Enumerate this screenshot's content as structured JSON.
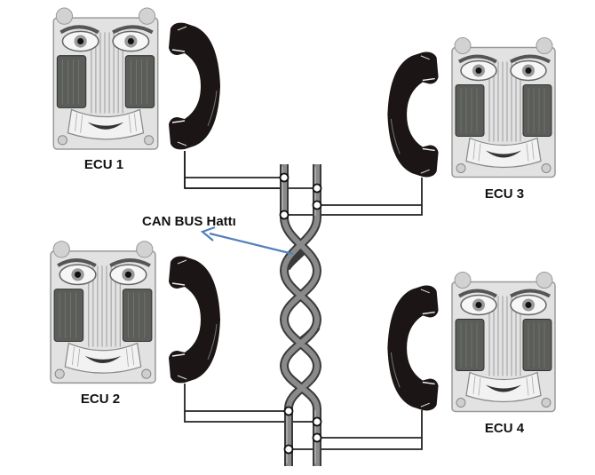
{
  "diagram": {
    "bus_label": "CAN BUS Hattı",
    "bus_arrow_color": "#4f81bd",
    "nodes": [
      {
        "id": "ecu1",
        "label": "ECU 1",
        "icon": "ecu-face-icon",
        "phone_icon": "telephone-handset-icon"
      },
      {
        "id": "ecu2",
        "label": "ECU 2",
        "icon": "ecu-face-icon",
        "phone_icon": "telephone-handset-icon"
      },
      {
        "id": "ecu3",
        "label": "ECU 3",
        "icon": "ecu-face-icon",
        "phone_icon": "telephone-handset-icon"
      },
      {
        "id": "ecu4",
        "label": "ECU 4",
        "icon": "ecu-face-icon",
        "phone_icon": "telephone-handset-icon"
      }
    ],
    "colors": {
      "wire": "#222222",
      "bus_cable": "#7a7a7a",
      "bus_outline": "#3a3a3a",
      "phone": "#1a1414",
      "ecu_body": "#d9d9d9"
    }
  }
}
